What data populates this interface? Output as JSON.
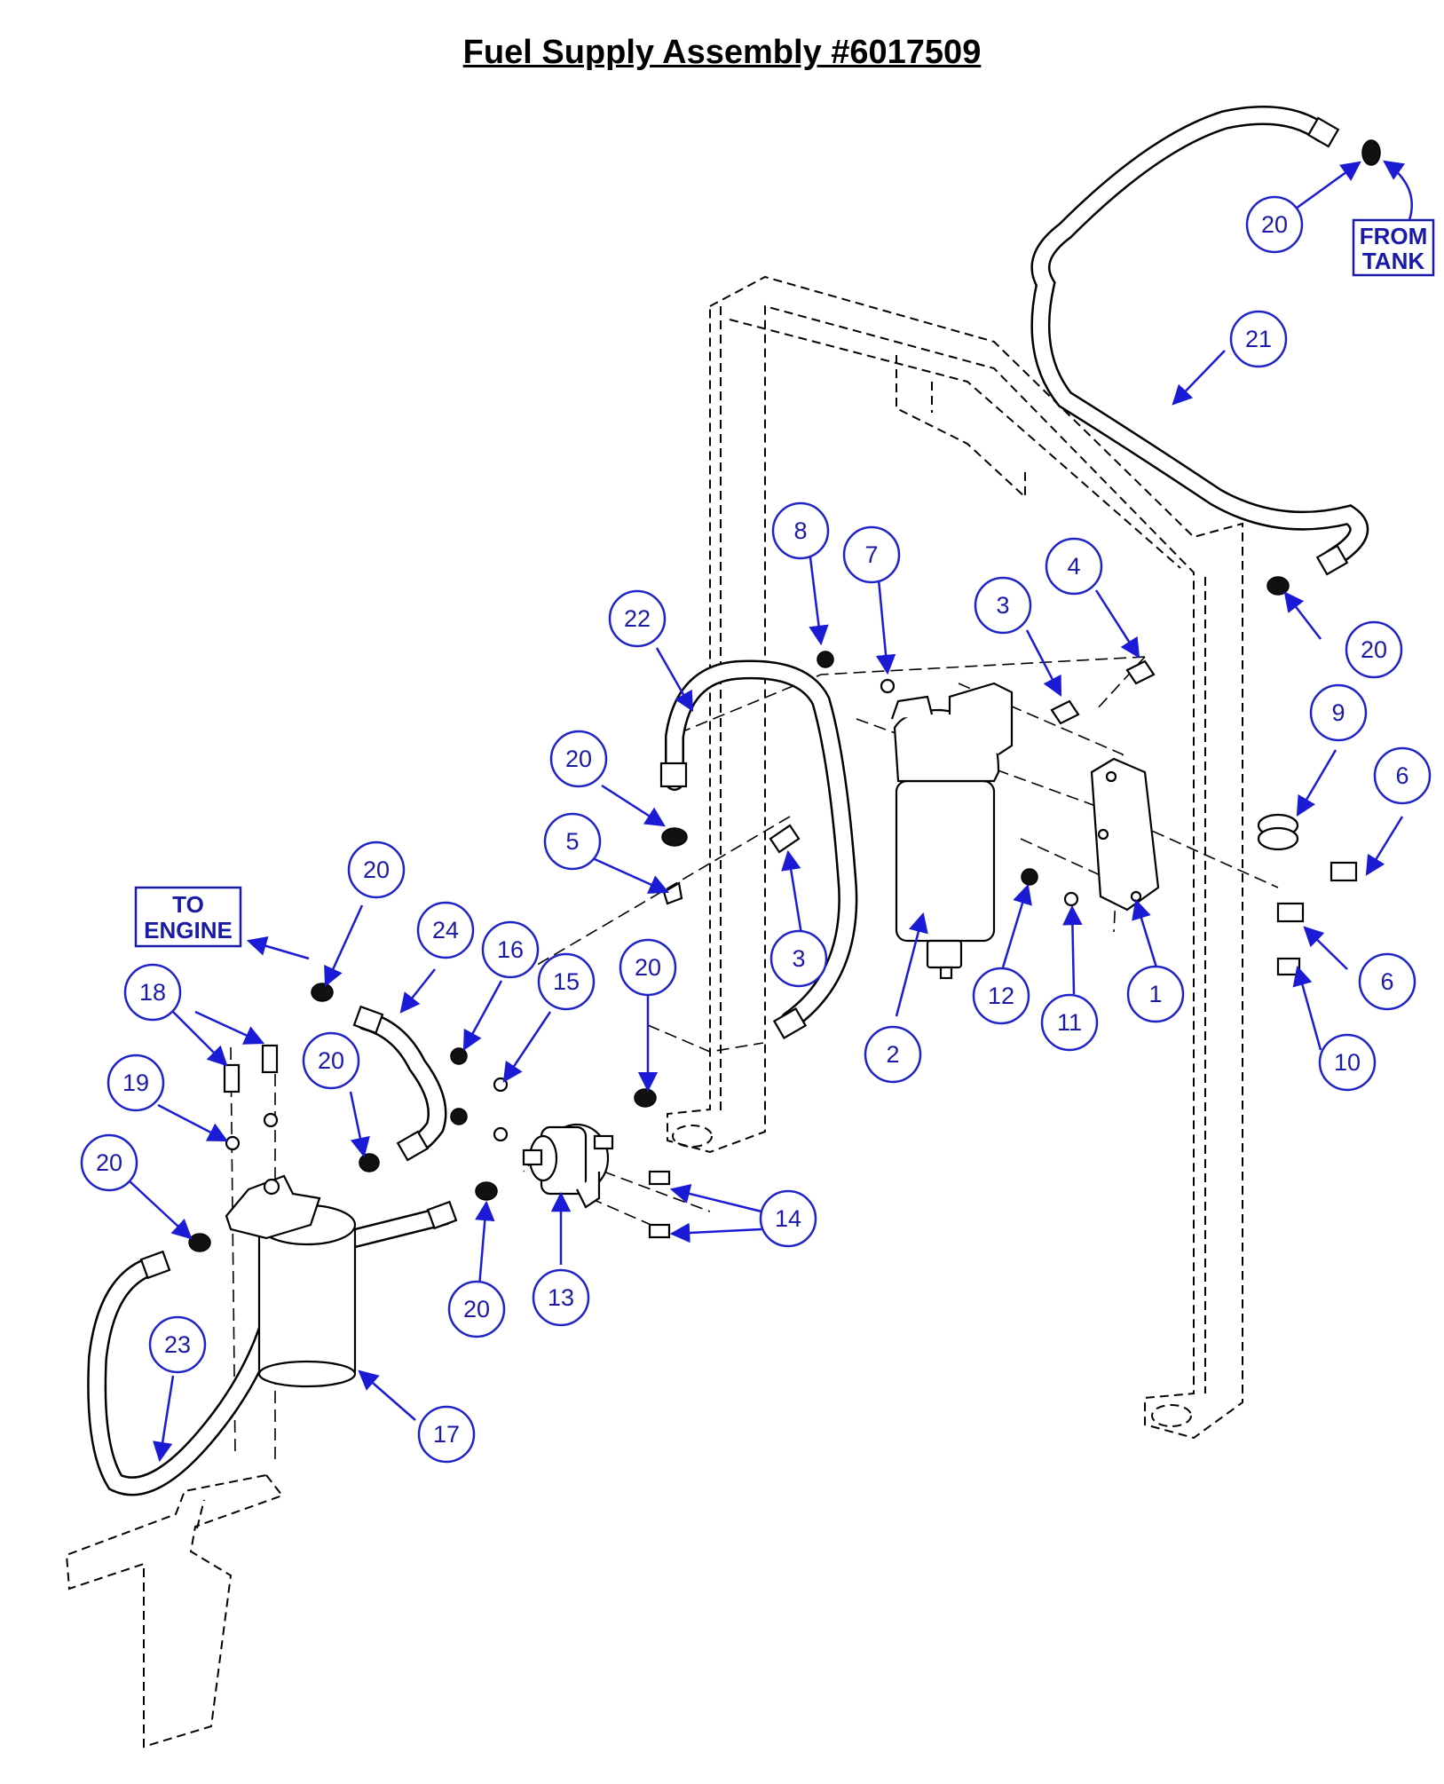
{
  "title": "Fuel Supply Assembly #6017509",
  "labels": {
    "from_tank": [
      "FROM",
      "TANK"
    ],
    "to_engine": [
      "TO",
      "ENGINE"
    ]
  },
  "callouts": [
    {
      "id": "c20a",
      "num": "20"
    },
    {
      "id": "c21",
      "num": "21"
    },
    {
      "id": "c8",
      "num": "8"
    },
    {
      "id": "c7",
      "num": "7"
    },
    {
      "id": "c3a",
      "num": "3"
    },
    {
      "id": "c4",
      "num": "4"
    },
    {
      "id": "c22",
      "num": "22"
    },
    {
      "id": "c20b",
      "num": "20"
    },
    {
      "id": "c9",
      "num": "9"
    },
    {
      "id": "c6a",
      "num": "6"
    },
    {
      "id": "c20c",
      "num": "20"
    },
    {
      "id": "c5",
      "num": "5"
    },
    {
      "id": "c20d",
      "num": "20"
    },
    {
      "id": "c24",
      "num": "24"
    },
    {
      "id": "c16",
      "num": "16"
    },
    {
      "id": "c15",
      "num": "15"
    },
    {
      "id": "c20e",
      "num": "20"
    },
    {
      "id": "c3b",
      "num": "3"
    },
    {
      "id": "c2",
      "num": "2"
    },
    {
      "id": "c12",
      "num": "12"
    },
    {
      "id": "c11",
      "num": "11"
    },
    {
      "id": "c1",
      "num": "1"
    },
    {
      "id": "c6b",
      "num": "6"
    },
    {
      "id": "c10",
      "num": "10"
    },
    {
      "id": "c18",
      "num": "18"
    },
    {
      "id": "c20f",
      "num": "20"
    },
    {
      "id": "c19",
      "num": "19"
    },
    {
      "id": "c20g",
      "num": "20"
    },
    {
      "id": "c14",
      "num": "14"
    },
    {
      "id": "c20h",
      "num": "20"
    },
    {
      "id": "c13",
      "num": "13"
    },
    {
      "id": "c23",
      "num": "23"
    },
    {
      "id": "c17",
      "num": "17"
    }
  ],
  "colors": {
    "callout": "#1a1aa8",
    "arrow": "#1b1bd6"
  }
}
